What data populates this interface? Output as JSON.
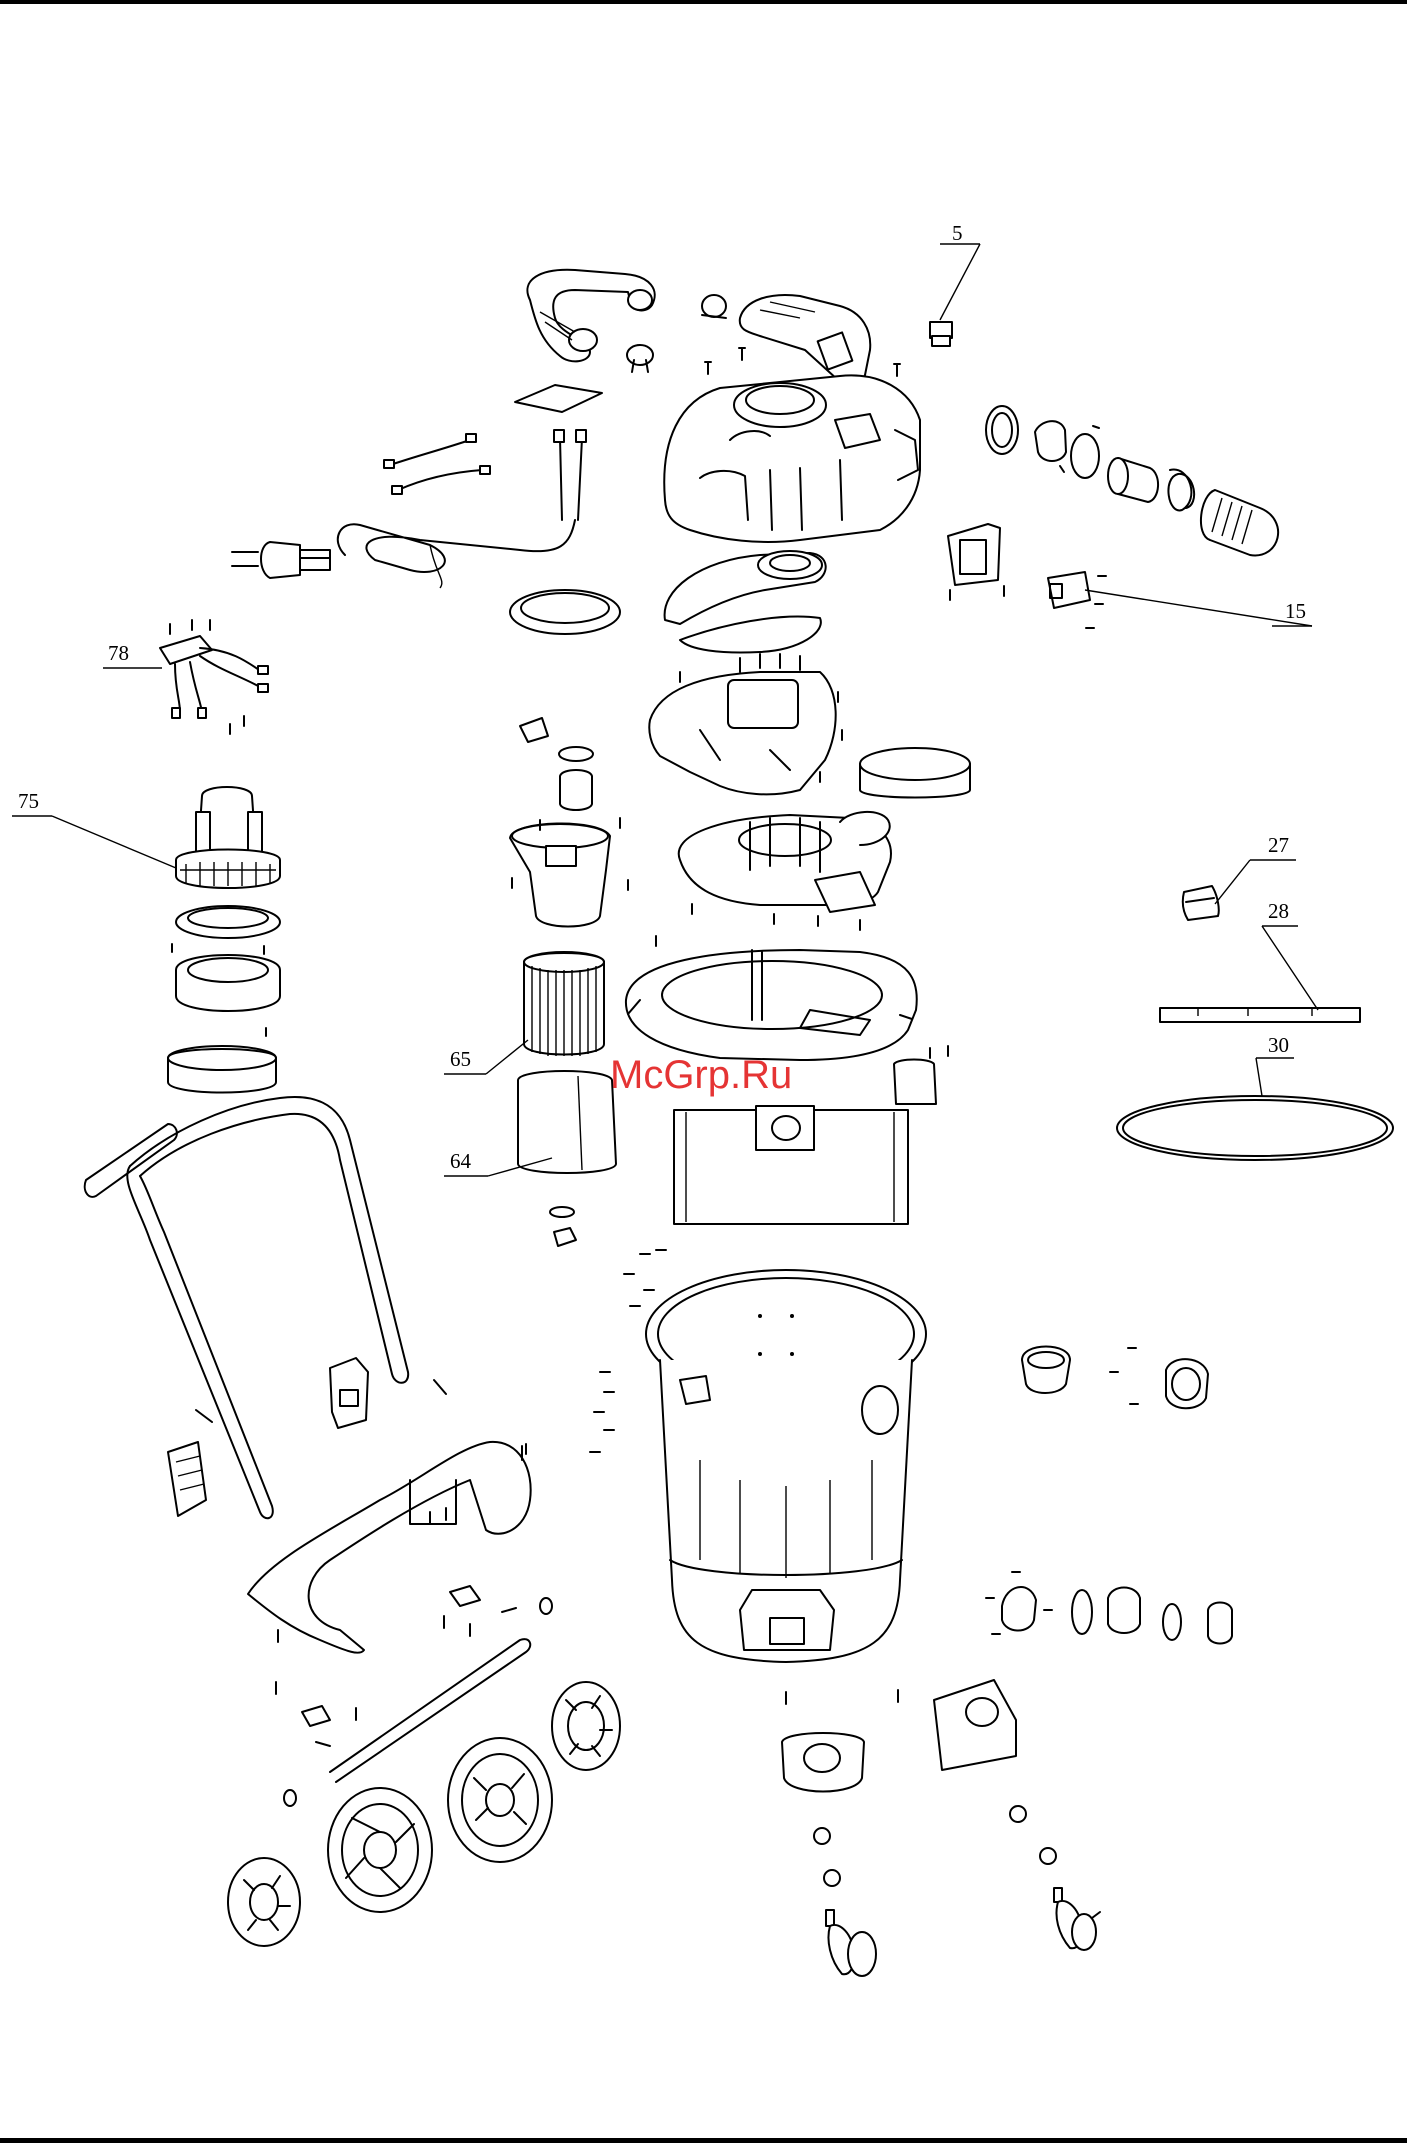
{
  "watermark": "McGrp.Ru",
  "callouts": [
    {
      "id": "5",
      "label": "5"
    },
    {
      "id": "15",
      "label": "15"
    },
    {
      "id": "27",
      "label": "27"
    },
    {
      "id": "28",
      "label": "28"
    },
    {
      "id": "30",
      "label": "30"
    },
    {
      "id": "64",
      "label": "64"
    },
    {
      "id": "65",
      "label": "65"
    },
    {
      "id": "75",
      "label": "75"
    },
    {
      "id": "78",
      "label": "78"
    }
  ],
  "colors": {
    "line": "#000000",
    "watermark": "#e01010",
    "background": "#ffffff"
  }
}
